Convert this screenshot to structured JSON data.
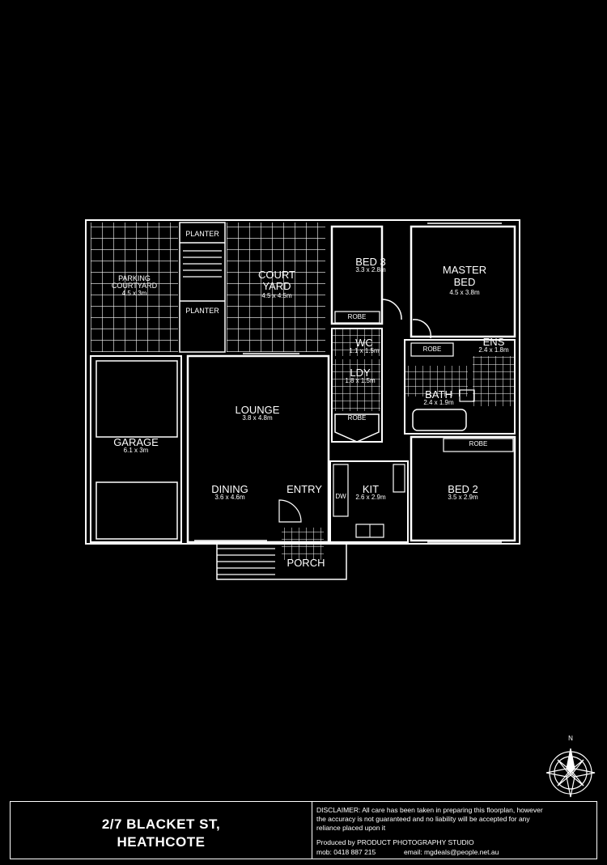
{
  "rooms": {
    "parking": {
      "name_1": "PARKING",
      "name_2": "COURTYARD",
      "dims": "4.5 x 3m"
    },
    "planter_top": {
      "name": "PLANTER"
    },
    "planter_bottom": {
      "name": "PLANTER"
    },
    "court_yard": {
      "name_1": "COURT",
      "name_2": "YARD",
      "dims": "4.5 x 4.5m"
    },
    "bed3": {
      "name": "BED 3",
      "dims": "3.3 x 2.8m"
    },
    "master": {
      "name_1": "MASTER",
      "name_2": "BED",
      "dims": "4.5 x 3.8m"
    },
    "wc": {
      "name": "WC",
      "dims": "1.1 x 1.5m"
    },
    "ldy": {
      "name": "LDY",
      "dims": "1.8 x 1.5m"
    },
    "ens": {
      "name": "ENS",
      "dims": "2.4 x 1.8m"
    },
    "bath": {
      "name": "BATH",
      "dims": "2.4 x 1.9m"
    },
    "lounge": {
      "name": "LOUNGE",
      "dims": "3.8 x 4.8m"
    },
    "garage": {
      "name": "GARAGE",
      "dims": "6.1 x 3m"
    },
    "dining": {
      "name": "DINING",
      "dims": "3.6 x 4.6m"
    },
    "entry": {
      "name": "ENTRY"
    },
    "kit": {
      "name": "KIT",
      "dims": "2.6 x 2.9m"
    },
    "bed2": {
      "name": "BED 2",
      "dims": "3.5 x 2.9m"
    },
    "porch": {
      "name": "PORCH"
    }
  },
  "robes": [
    "ROBE",
    "ROBE",
    "ROBE",
    "ROBE"
  ],
  "fixtures": {
    "dw": "DW"
  },
  "compass": {
    "north": "N"
  },
  "title_block": {
    "address_line_1": "2/7 BLACKET ST,",
    "address_line_2": "HEATHCOTE",
    "disclaimer_1": "DISCLAIMER: All care has been taken in preparing this floorplan, however",
    "disclaimer_2": "the accuracy is not guaranteed and no liability will be accepted for any",
    "disclaimer_3": "reliance placed upon it",
    "produced_by": "Produced by PRODUCT PHOTOGRAPHY STUDIO",
    "mobile": "mob: 0418 887 215",
    "email": "email: mgdeals@people.net.au"
  },
  "colors": {
    "background": "#000000",
    "lines": "#ffffff"
  }
}
